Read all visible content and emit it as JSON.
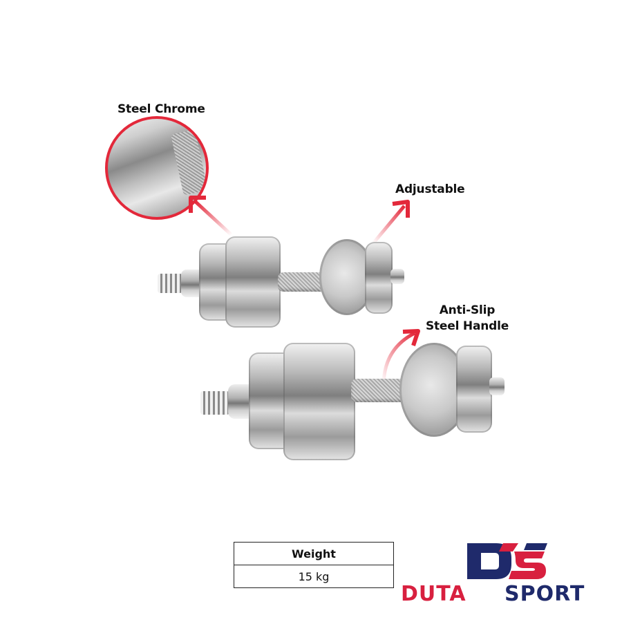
{
  "product": {
    "callouts": [
      {
        "id": "steel-chrome",
        "label": "Steel Chrome"
      },
      {
        "id": "adjustable",
        "label": "Adjustable"
      },
      {
        "id": "anti-slip",
        "label_line1": "Anti-Slip",
        "label_line2": "Steel Handle"
      }
    ],
    "spec_table": {
      "header": "Weight",
      "value": "15 kg"
    }
  },
  "brand": {
    "monogram": "DS",
    "word1": "DUTA",
    "word2": "SPORT",
    "colors": {
      "red": "#d8203f",
      "navy": "#1f2a6b",
      "arrow": "#e3283a"
    }
  }
}
